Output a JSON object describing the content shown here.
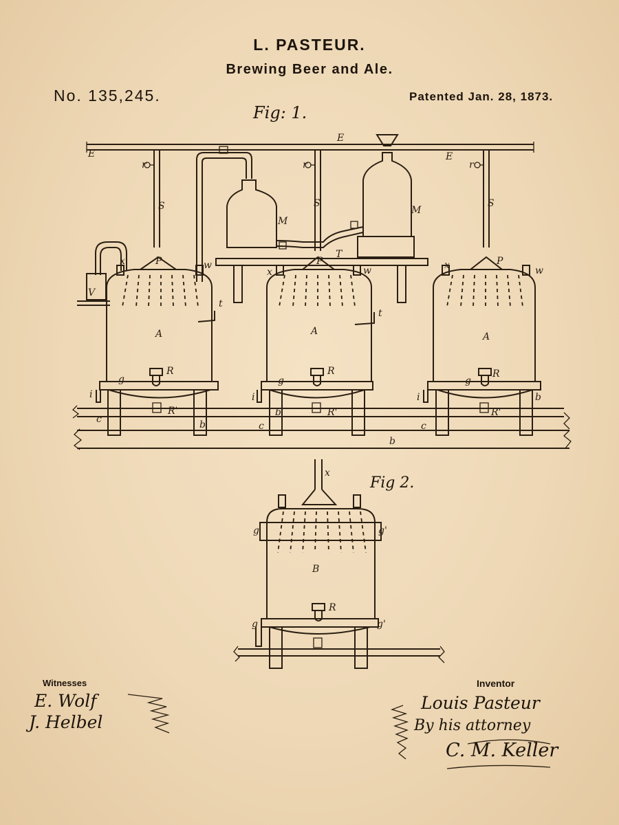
{
  "header": {
    "inventor_line": "L. PASTEUR.",
    "title": "Brewing Beer and Ale.",
    "patent_number": "No. 135,245.",
    "patent_date": "Patented Jan. 28, 1873."
  },
  "figures": {
    "fig1_label": "Fig: 1.",
    "fig2_label": "Fig 2."
  },
  "footer": {
    "witnesses_label": "Witnesses",
    "witness_1": "E. Wolf",
    "witness_2": "J. Helbel",
    "inventor_label": "Inventor",
    "inventor_signature": "Louis Pasteur",
    "by_attorney": "By his attorney",
    "attorney_signature": "C. M. Keller"
  },
  "colors": {
    "paper": "#eed8b6",
    "ink": "#2a1e12"
  }
}
